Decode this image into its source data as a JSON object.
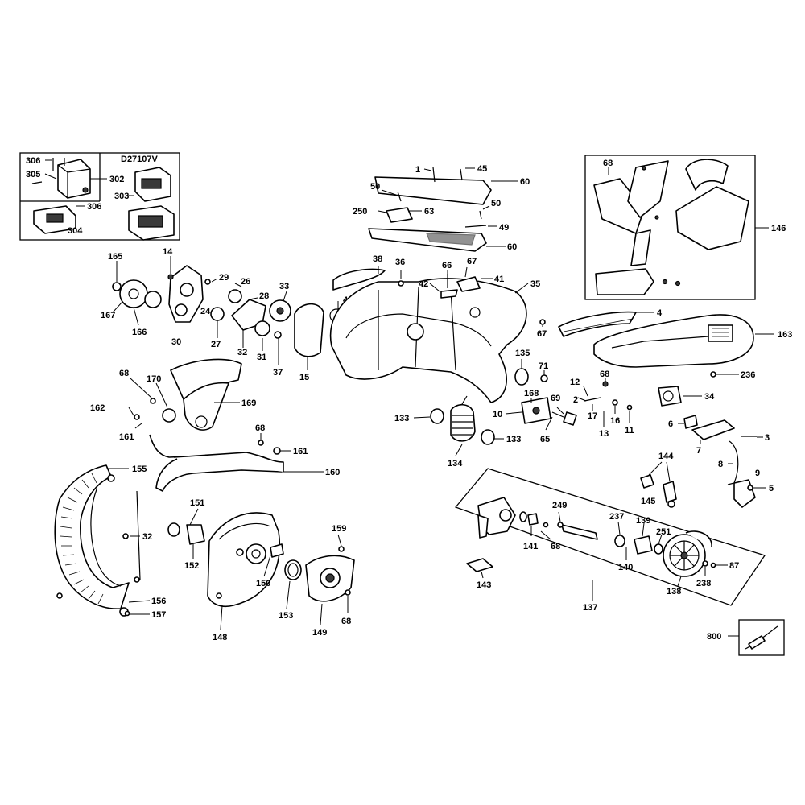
{
  "model_label": "D27107V",
  "part_numbers": {
    "n1": "1",
    "n2": "2",
    "n3": "3",
    "n4": "4",
    "n5": "5",
    "n6": "6",
    "n7": "7",
    "n8": "8",
    "n9": "9",
    "n10": "10",
    "n11": "11",
    "n12": "12",
    "n13": "13",
    "n14": "14",
    "n15": "15",
    "n16": "16",
    "n17": "17",
    "n24": "24",
    "n26": "26",
    "n27": "27",
    "n28": "28",
    "n29": "29",
    "n30": "30",
    "n31": "31",
    "n32a": "32",
    "n32b": "32",
    "n33": "33",
    "n34": "34",
    "n35": "35",
    "n36": "36",
    "n37": "37",
    "n38": "38",
    "n40": "40",
    "n41": "41",
    "n42": "42",
    "n45": "45",
    "n49": "49",
    "n50a": "50",
    "n50b": "50",
    "n60a": "60",
    "n60b": "60",
    "n63": "63",
    "n65": "65",
    "n66": "66",
    "n67a": "67",
    "n67b": "67",
    "n68a": "68",
    "n68b": "68",
    "n68c": "68",
    "n68d": "68",
    "n68e": "68",
    "n68f": "68",
    "n69": "69",
    "n71": "71",
    "n87": "87",
    "n133a": "133",
    "n133b": "133",
    "n134": "134",
    "n135": "135",
    "n137": "137",
    "n138": "138",
    "n139": "139",
    "n140": "140",
    "n141": "141",
    "n143": "143",
    "n144": "144",
    "n145": "145",
    "n146": "146",
    "n148": "148",
    "n149": "149",
    "n150": "150",
    "n151": "151",
    "n152": "152",
    "n153": "153",
    "n155": "155",
    "n156": "156",
    "n157": "157",
    "n159": "159",
    "n160": "160",
    "n161a": "161",
    "n161b": "161",
    "n162": "162",
    "n163": "163",
    "n165": "165",
    "n166": "166",
    "n167": "167",
    "n168": "168",
    "n169": "169",
    "n170": "170",
    "n236": "236",
    "n237": "237",
    "n238": "238",
    "n249": "249",
    "n250": "250",
    "n251": "251",
    "n302": "302",
    "n303": "303",
    "n304": "304",
    "n305": "305",
    "n306a": "306",
    "n306b": "306",
    "n800": "800"
  }
}
